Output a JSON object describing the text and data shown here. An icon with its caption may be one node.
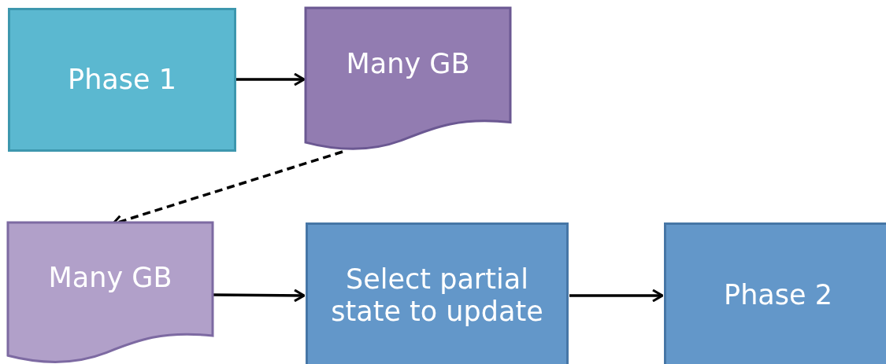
{
  "diagram": {
    "nodes": [
      {
        "text": [
          "Phase 1"
        ]
      },
      {
        "text": [
          "Many GB"
        ]
      },
      {
        "text": [
          "Many GB"
        ]
      },
      {
        "text": [
          "Select partial state to update"
        ]
      },
      {
        "text": [
          "Phase 2"
        ]
      }
    ],
    "edges": [
      {
        "from": 0,
        "to": 1,
        "arrow": "to"
      },
      {
        "from": 1,
        "to": 2,
        "arrow": "to",
        "style": "dashed"
      },
      {
        "from": 2,
        "to": 3,
        "arrow": "to"
      },
      {
        "from": 3,
        "to": 4,
        "arrow": "to"
      }
    ]
  }
}
